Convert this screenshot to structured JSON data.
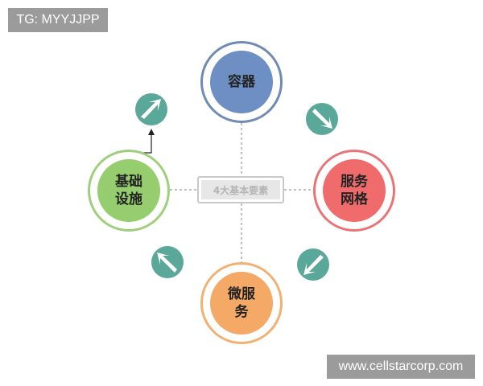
{
  "watermarks": {
    "top": "TG: MYYJJPP",
    "bottom": "www.cellstarcorp.com"
  },
  "center": {
    "label": "4大基本要素"
  },
  "nodes": {
    "container": {
      "label": "容器"
    },
    "service_mesh": {
      "label": "服务\n网格"
    },
    "microservices": {
      "label": "微服\n务"
    },
    "infrastructure": {
      "label": "基础\n设施"
    }
  },
  "colors": {
    "container": "#6d8fc4",
    "service_mesh": "#ef6b6c",
    "microservices": "#f4a966",
    "infrastructure": "#95cd6f",
    "arrow_teal": "#5aa899"
  },
  "icons": [
    "arrow-northeast-icon",
    "arrow-southeast-icon",
    "arrow-southwest-icon",
    "arrow-northwest-icon"
  ]
}
